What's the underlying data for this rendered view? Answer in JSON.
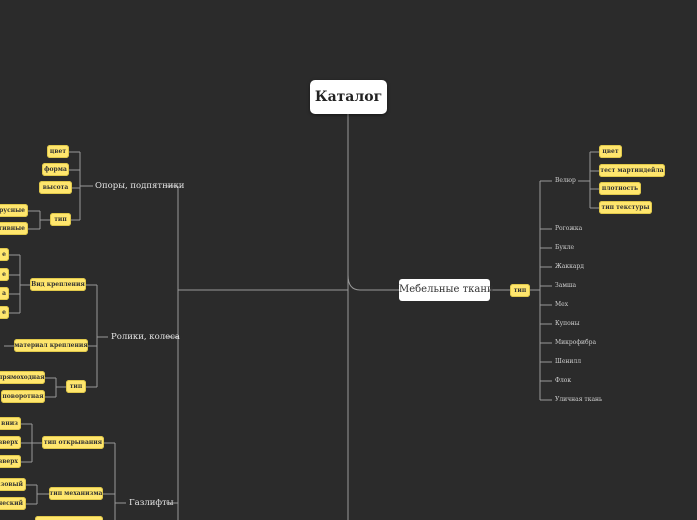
{
  "root": {
    "label": "Каталог"
  },
  "right": {
    "main": "Мебельные ткани",
    "type_tag": "тип",
    "velour": {
      "label": "Велюр",
      "tags": [
        "цвет",
        "тест мартиндейла",
        "плотность",
        "тип текстуры"
      ]
    },
    "fabrics": [
      "Рогожка",
      "Букле",
      "Жаккард",
      "Замша",
      "Мех",
      "Купоны",
      "Микрофибра",
      "Шенилл",
      "Флок",
      "Уличная ткань"
    ]
  },
  "left": {
    "supports": {
      "label": "Опоры, подпятники",
      "tags": [
        "цвет",
        "форма",
        "высота"
      ],
      "type_tag": "тип",
      "type_values": [
        "ярусные",
        "ативные"
      ]
    },
    "rollers": {
      "label": "Ролики, колеса",
      "mount_tag": "Вид крепления",
      "mount_values": [
        "е",
        "е",
        "а",
        "е"
      ],
      "material_tag": "материал крепления",
      "type_tag": "тип",
      "type_values": [
        "прямоходная",
        "поворотная"
      ]
    },
    "gaslifts": {
      "label": "Газлифты",
      "open_tag": "тип открывания",
      "open_values": [
        "Г вниз",
        "вверх",
        "вверх"
      ],
      "mech_tag": "тип механизма",
      "mech_values": [
        "азовый",
        "ческий"
      ]
    }
  }
}
